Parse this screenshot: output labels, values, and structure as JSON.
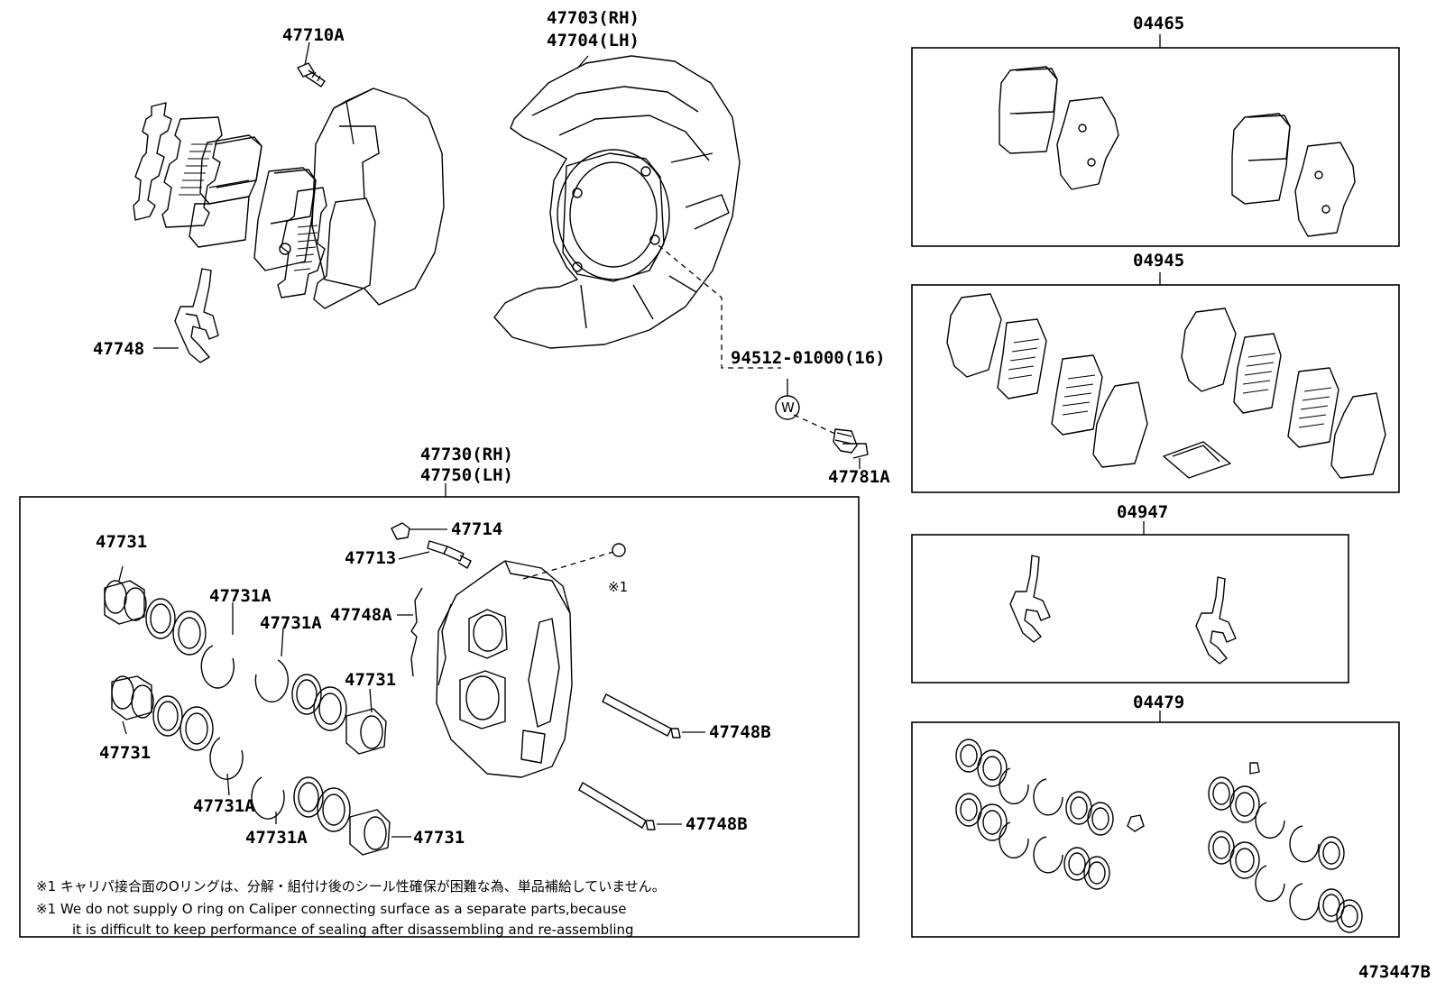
{
  "labels": {
    "p47710A": "47710A",
    "p47703": "47703(RH)",
    "p47704": "47704(LH)",
    "p04465": "04465",
    "p47748": "47748",
    "p94512": "94512-01000(16)",
    "pW": "W",
    "p47781A": "47781A",
    "p04945": "04945",
    "p47730": "47730(RH)",
    "p47750": "47750(LH)",
    "p04947": "04947",
    "p47714": "47714",
    "p47731_a": "47731",
    "p47713": "47713",
    "pRef1": "※1",
    "p47731A_a": "47731A",
    "p47748A": "47748A",
    "p47731A_b": "47731A",
    "p47731_b": "47731",
    "p04479": "04479",
    "p47748B_a": "47748B",
    "p47731_c": "47731",
    "p47731A_c": "47731A",
    "p47748B_b": "47748B",
    "p47731A_d": "47731A",
    "p47731_d": "47731",
    "diagram_id": "473447B"
  },
  "notes": {
    "jp": "※1 キャリパ接合面のOリングは、分解・組付け後のシール性確保が困難な為、単品補給していません。",
    "en1": "※1 We do not supply O ring on Caliper connecting surface as a separate parts,because",
    "en2": "it is difficult to keep performance of sealing after disassembling and re-assembling"
  }
}
